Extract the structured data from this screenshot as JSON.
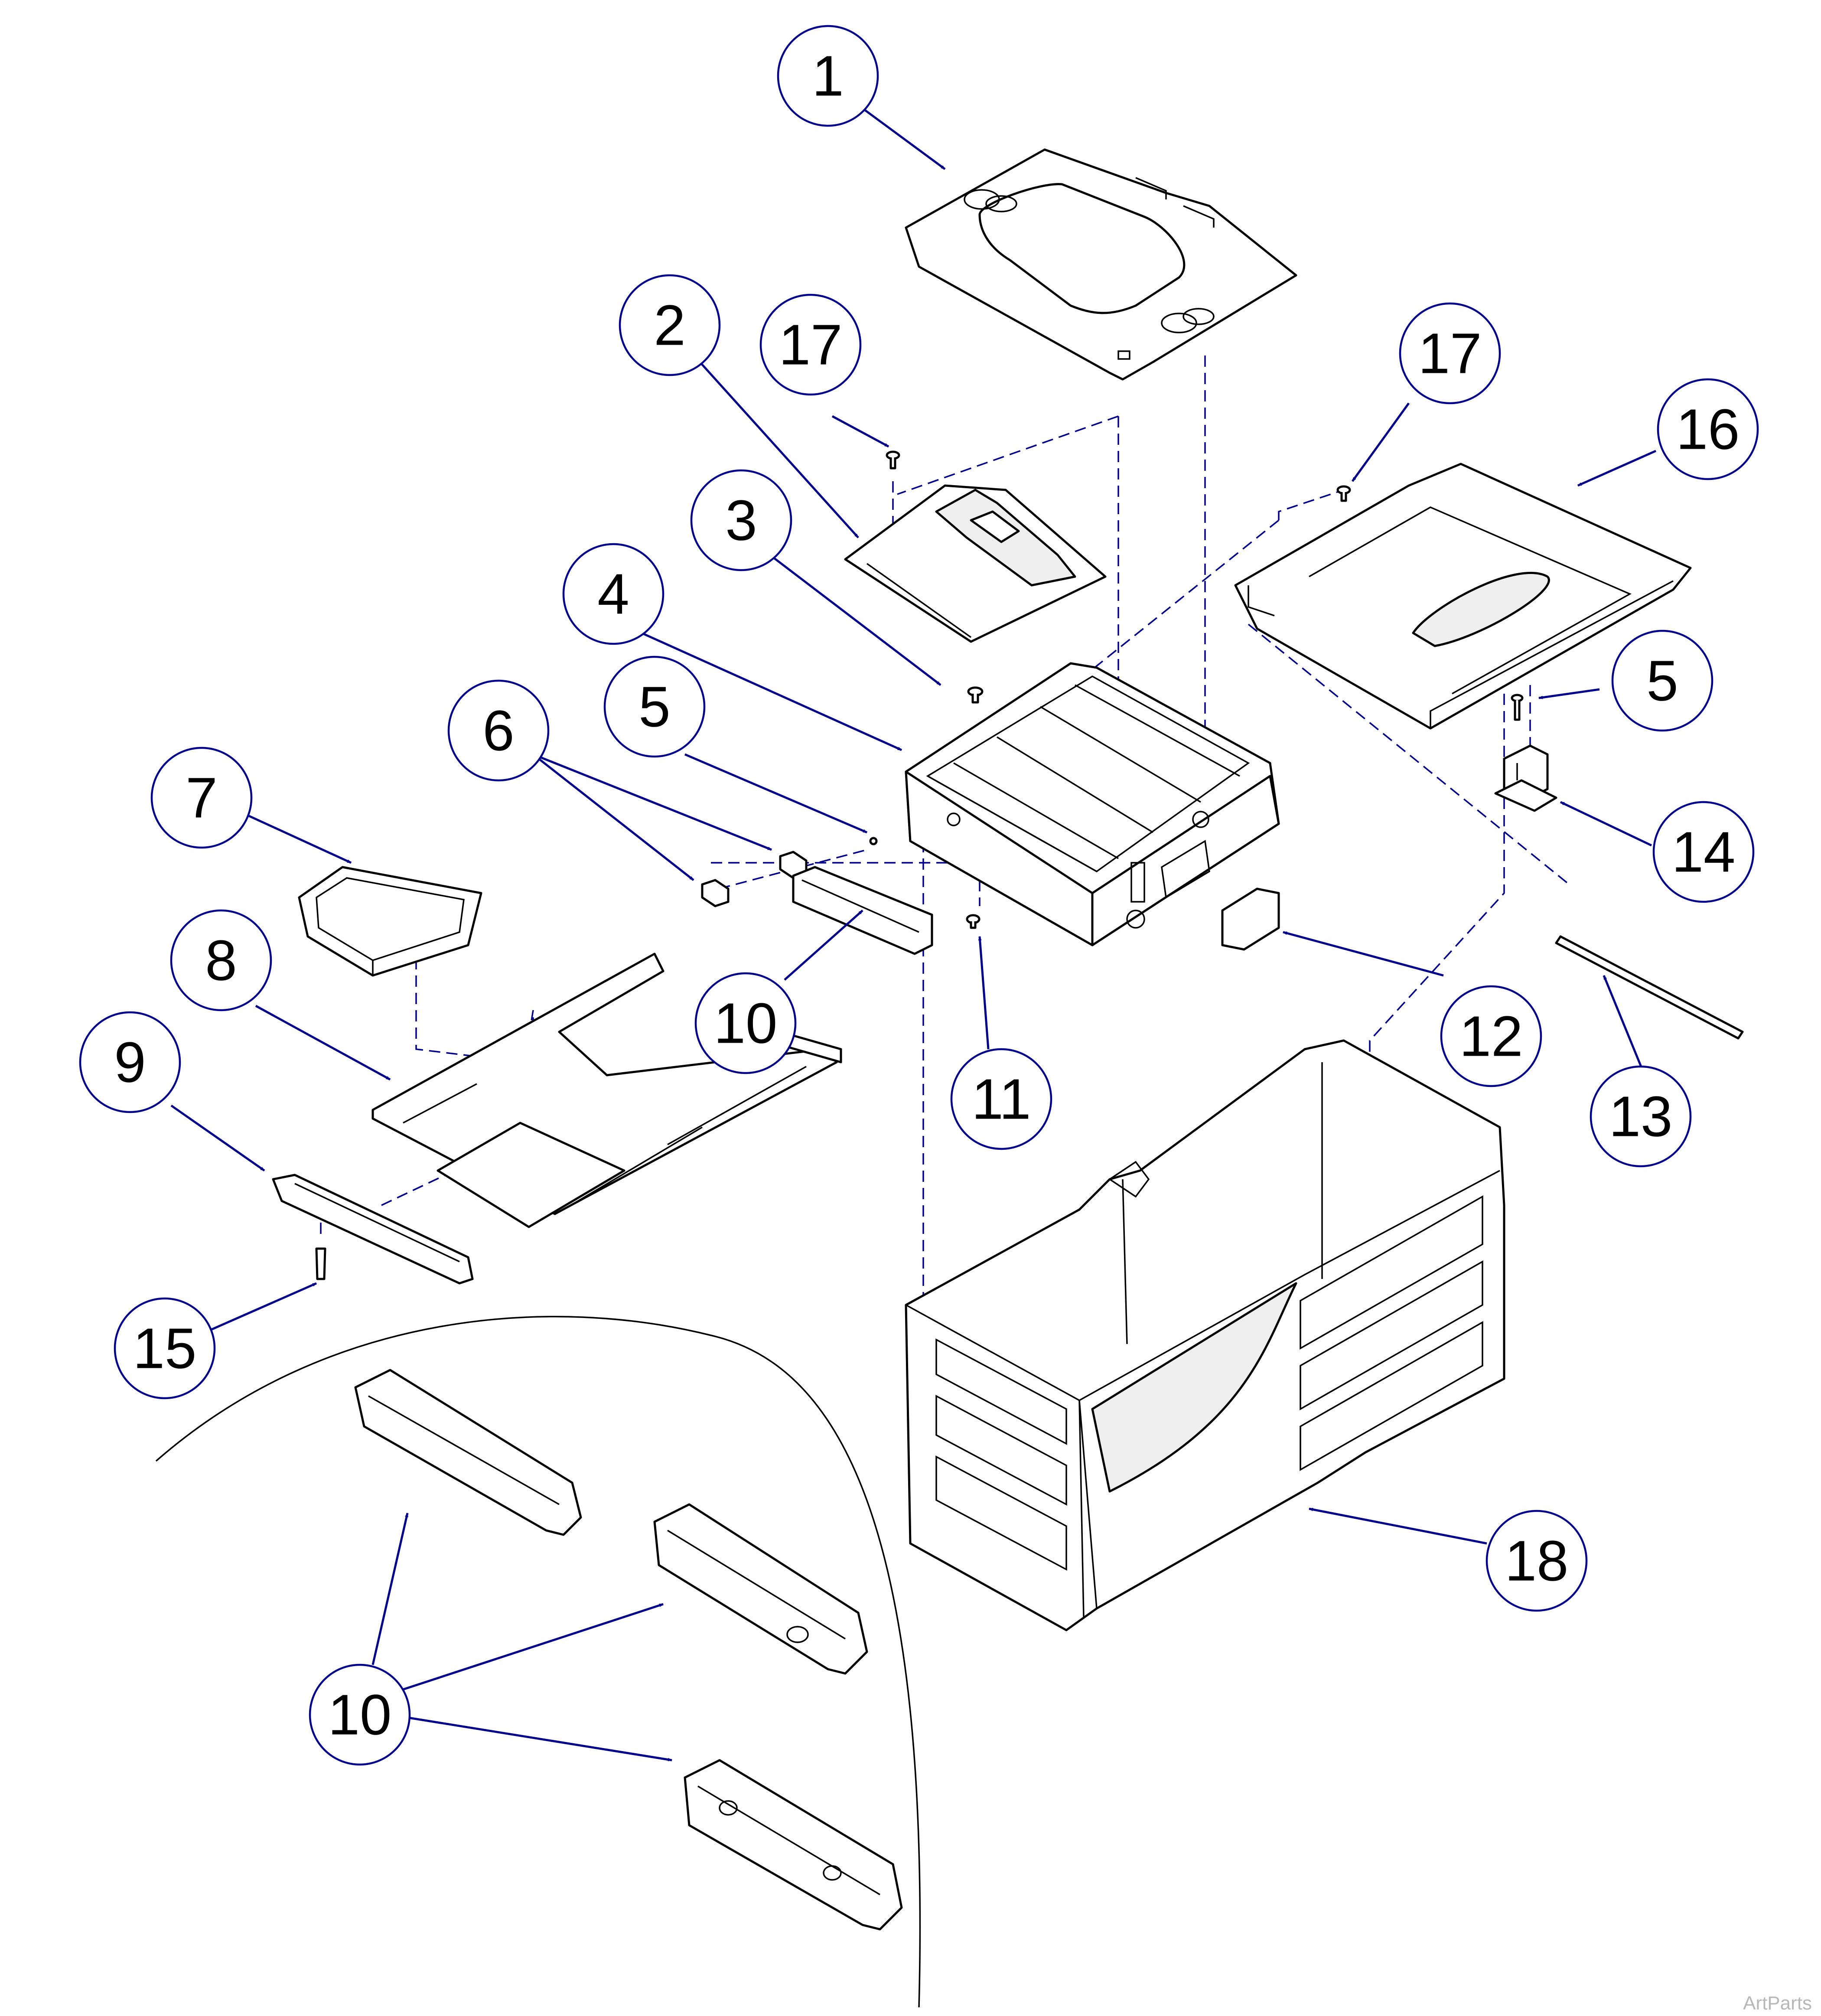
{
  "accent_color": "#00008b",
  "callouts": [
    {
      "id": "c1",
      "label": "1"
    },
    {
      "id": "c2",
      "label": "2"
    },
    {
      "id": "c3",
      "label": "3"
    },
    {
      "id": "c4",
      "label": "4"
    },
    {
      "id": "c5a",
      "label": "5"
    },
    {
      "id": "c5b",
      "label": "5"
    },
    {
      "id": "c6",
      "label": "6"
    },
    {
      "id": "c7",
      "label": "7"
    },
    {
      "id": "c8",
      "label": "8"
    },
    {
      "id": "c9",
      "label": "9"
    },
    {
      "id": "c10a",
      "label": "10"
    },
    {
      "id": "c10b",
      "label": "10"
    },
    {
      "id": "c11",
      "label": "11"
    },
    {
      "id": "c12",
      "label": "12"
    },
    {
      "id": "c13",
      "label": "13"
    },
    {
      "id": "c14",
      "label": "14"
    },
    {
      "id": "c15",
      "label": "15"
    },
    {
      "id": "c16",
      "label": "16"
    },
    {
      "id": "c17a",
      "label": "17"
    },
    {
      "id": "c17b",
      "label": "17"
    },
    {
      "id": "c18",
      "label": "18"
    }
  ],
  "watermark": "ArtParts"
}
